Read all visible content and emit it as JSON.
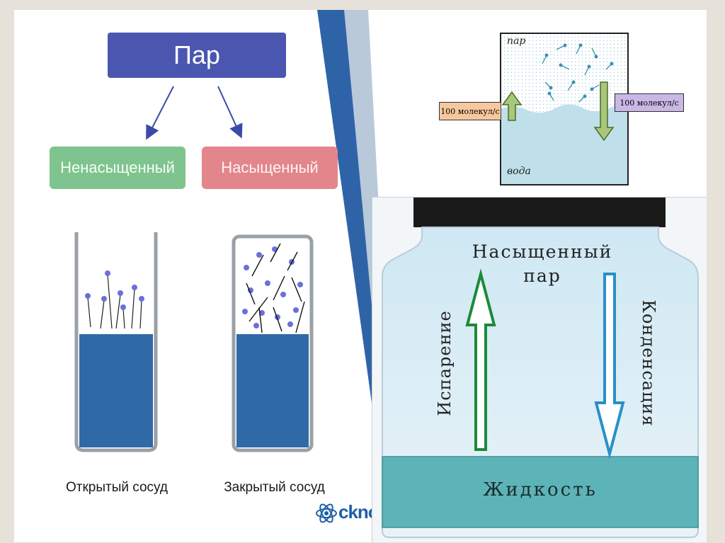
{
  "left_diagram": {
    "title": "Пар",
    "unsaturated": "Ненасыщенный",
    "saturated": "Насыщенный",
    "open_vessel": "Открытый сосуд",
    "closed_vessel": "Закрытый сосуд",
    "logo_text": "cknow",
    "colors": {
      "title_bg": "#4a56b0",
      "unsat_bg": "#7fc48e",
      "sat_bg": "#e3868c",
      "water": "#2f6aa6",
      "molecule": "#6c6fd8"
    }
  },
  "right_top_diagram": {
    "vapor_label": "пар",
    "water_label": "вода",
    "left_rate": "100 молекул/с",
    "right_rate": "100 молекул/с"
  },
  "bottle_diagram": {
    "title_line1": "Насыщенный",
    "title_line2": "пар",
    "evaporation": "Испарение",
    "condensation": "Конденсация",
    "liquid": "Жидкость"
  }
}
